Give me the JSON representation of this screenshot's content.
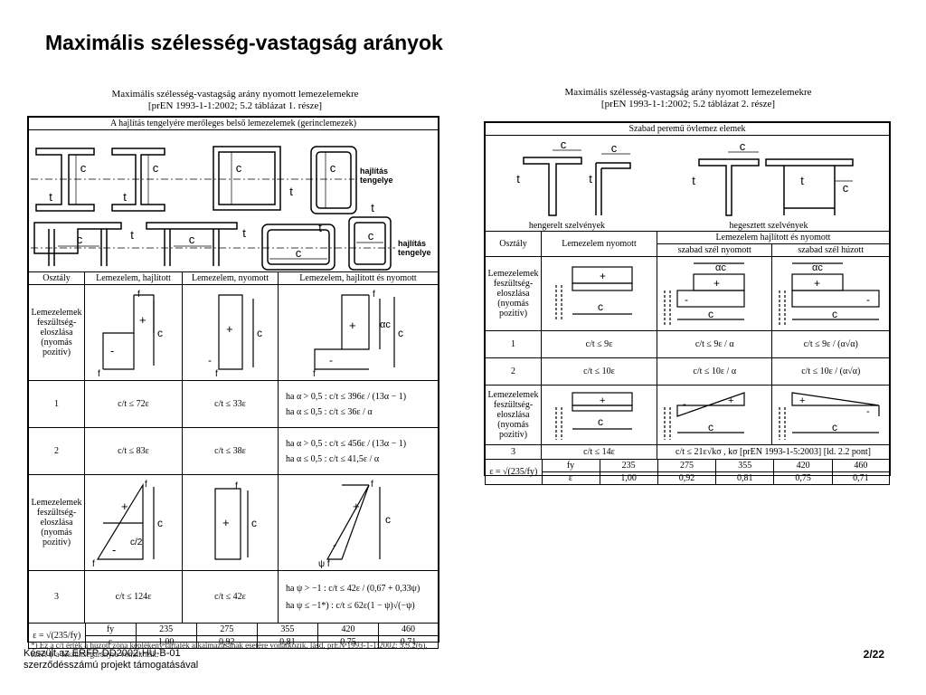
{
  "slide": {
    "title": "Maximális szélesség-vastagság arányok",
    "footer_line1": "Készült az ERFP-DD2002-HU-B-01",
    "footer_line2": "szerződésszámú projekt támogatásával",
    "page": "2/22"
  },
  "left": {
    "caption_line1": "Maximális szélesség-vastagság arány nyomott lemezelemekre",
    "caption_line2": "[prEN 1993-1-1:2002; 5.2 táblázat 1. része]",
    "section_title": "A hajlítás tengelyére merőleges belső lemezelemek (gerinclemezek)",
    "axis_label_1": "hajlítás",
    "axis_label_2": "tengelye",
    "dim_c": "c",
    "dim_t": "t",
    "headers": [
      "Osztály",
      "Lemezelem, hajlított",
      "Lemezelem, nyomott",
      "Lemezelem, hajlított és nyomott"
    ],
    "row_dist_label": "Lemezelemek feszültség-eloszlása (nyomás pozitív)",
    "fy": "f",
    "fy_sub": "y",
    "plus": "+",
    "minus": "-",
    "alpha_c": "αc",
    "half_c": "c/2",
    "psi_fy": "ψ f",
    "class1": {
      "label": "1",
      "bend": "c/t ≤ 72ε",
      "comp": "c/t ≤ 33ε",
      "both_a": "ha  α > 0,5 :  c/t ≤ 396ε / (13α − 1)",
      "both_b": "ha  α ≤ 0,5 :  c/t ≤ 36ε / α"
    },
    "class2": {
      "label": "2",
      "bend": "c/t ≤ 83ε",
      "comp": "c/t ≤ 38ε",
      "both_a": "ha  α > 0,5 :  c/t ≤ 456ε / (13α − 1)",
      "both_b": "ha  α ≤ 0,5 :  c/t ≤ 41,5ε / α"
    },
    "class3": {
      "label": "3",
      "bend": "c/t ≤ 124ε",
      "comp": "c/t ≤ 42ε",
      "both_a": "ha  ψ > −1 :  c/t ≤ 42ε / (0,67 + 0,33ψ)",
      "both_b": "ha  ψ ≤ −1*) :  c/t ≤ 62ε(1 − ψ)√(−ψ)"
    },
    "eps_formula": "ε = √(235/fy)",
    "steel_row_label": "fy",
    "eps_row_label": "ε",
    "steel_values": [
      "235",
      "275",
      "355",
      "420",
      "460"
    ],
    "eps_values": [
      "1,00",
      "0,92",
      "0,81",
      "0,75",
      "0,71"
    ],
    "footnote": "*) Ez a c/t érték a húzott zóna képlékeny tartalék alkalmazásának esetére vonatkozik, lásd. prEN 1993-1-1:2002; 5.5.2(6), ezért ψ a feszültségarányra vonatkozik."
  },
  "right": {
    "caption_line1": "Maximális szélesség-vastagság arány nyomott lemezelemekre",
    "caption_line2": "[prEN 1993-1-1:2002; 5.2 táblázat 2. része]",
    "section_title": "Szabad peremű övlemez elemek",
    "rolled": "hengerelt szelvények",
    "welded": "hegesztett szelvények",
    "headers": {
      "class": "Osztály",
      "comp": "Lemezelem nyomott",
      "both": "Lemezelem hajlított és nyomott",
      "free_comp": "szabad szél nyomott",
      "free_tens": "szabad szél húzott"
    },
    "row_dist_label": "Lemezelemek feszültség-eloszlása (nyomás pozitív)",
    "class1": {
      "label": "1",
      "comp": "c/t ≤ 9ε",
      "free_comp": "c/t ≤ 9ε / α",
      "free_tens": "c/t ≤ 9ε / (α√α)"
    },
    "class2": {
      "label": "2",
      "comp": "c/t ≤ 10ε",
      "free_comp": "c/t ≤ 10ε / α",
      "free_tens": "c/t ≤ 10ε / (α√α)"
    },
    "class3": {
      "label": "3",
      "comp": "c/t ≤ 14ε",
      "both": "c/t ≤ 21ε√kσ ,  kσ  [prEN 1993-1-5:2003] [ld. 2.2 pont]"
    },
    "eps_formula": "ε = √(235/fy)",
    "steel_row_label": "fy",
    "eps_row_label": "ε",
    "steel_values": [
      "235",
      "275",
      "355",
      "420",
      "460"
    ],
    "eps_values": [
      "1,00",
      "0,92",
      "0,81",
      "0,75",
      "0,71"
    ]
  }
}
